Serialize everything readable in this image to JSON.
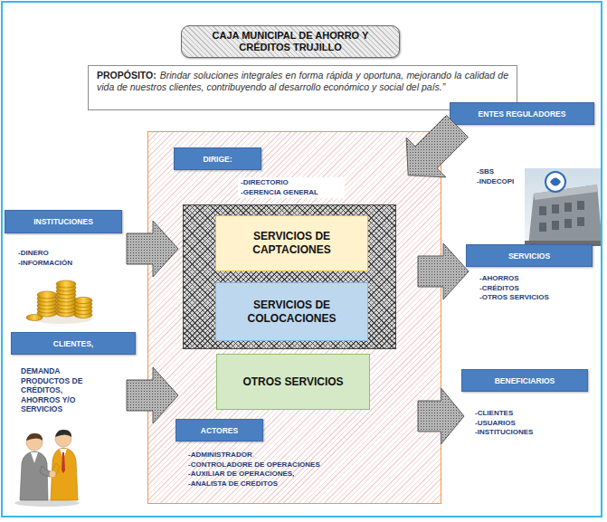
{
  "diagram": {
    "title": "CAJA MUNICIPAL DE AHORRO Y CRÉDITOS TRUJILLO",
    "nodes": [
      {
        "text": [
          "PROPÓSITO:",
          "Brindar soluciones integrales en forma rápida y oportuna, mejorando la calidad de vida de nuestros clientes, contribuyendo al desarrollo económico y social del país.”"
        ]
      },
      {
        "text": []
      },
      {
        "text": [
          "DIRIGE:",
          "-DIRECTORIO",
          "-GERENCIA GENERAL"
        ],
        "in": 1
      },
      {
        "text": [],
        "in": 1
      },
      {
        "text": [
          "SERVICIOS DE CAPTACIONES"
        ],
        "in": 3
      },
      {
        "text": [
          "SERVICIOS DE COLOCACIONES"
        ],
        "in": 3
      },
      {
        "text": [
          "OTROS SERVICIOS"
        ],
        "in": 1
      },
      {
        "text": [
          "ACTORES",
          "-ADMINISTRADOR",
          "-CONTROLADORE DE OPERACIONES",
          "-AUXILIAR DE OPERACIONES,",
          "-ANALISTA DE CRÉDITOS"
        ],
        "in": 1
      },
      {
        "text": [
          "INSTITUCIONES",
          "-DINERO",
          "-INFORMACIÓN"
        ]
      },
      {
        "text": [
          "CLIENTES,",
          "DEMANDA PRODUCTOS DE CRÉDITOS, AHORROS Y/O SERVICIOS"
        ]
      },
      {
        "text": [
          "ENTES REGULADORES",
          "-SBS",
          "-INDECOPI"
        ]
      },
      {
        "text": [
          "SERVICIOS",
          "-AHORROS",
          "-CRÉDITOS",
          "-OTROS SERVICIOS"
        ]
      },
      {
        "text": [
          "BENEFICIARIOS",
          "-CLIENTES",
          "-USUARIOS",
          "-INSTITUCIONES"
        ]
      }
    ],
    "edges": [
      {
        "from": 8,
        "to": 1,
        "arrow": "to"
      },
      {
        "from": 9,
        "to": 1,
        "arrow": "to"
      },
      {
        "from": 10,
        "to": 1,
        "arrow": "to"
      },
      {
        "from": 1,
        "to": 11,
        "arrow": "to"
      },
      {
        "from": 1,
        "to": 12,
        "arrow": "to"
      }
    ]
  }
}
